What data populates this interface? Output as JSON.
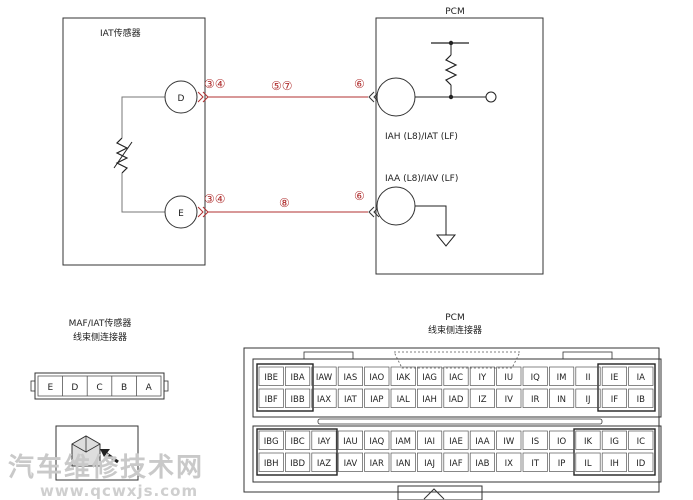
{
  "top_diagram": {
    "iat_sensor_title": "IAT传感器",
    "pcm_title": "PCM",
    "terminal_d": "D",
    "terminal_e": "E",
    "conn_top_left": "③④",
    "conn_top_mid": "⑤⑦",
    "conn_top_right": "⑥",
    "conn_bot_left": "③④",
    "conn_bot_mid": "⑧",
    "conn_bot_right": "⑥",
    "pcm_pin_upper": "IAH (L8)/IAT (LF)",
    "pcm_pin_lower": "IAA (L8)/IAV (LF)"
  },
  "maf_connector": {
    "title_line1": "MAF/IAT传感器",
    "title_line2": "线束侧连接器",
    "pins": [
      "E",
      "D",
      "C",
      "B",
      "A"
    ]
  },
  "pcm_connector": {
    "title_line1": "PCM",
    "title_line2": "线束侧连接器",
    "rows": [
      [
        "IBE",
        "IBA",
        "IAW",
        "IAS",
        "IAO",
        "IAK",
        "IAG",
        "IAC",
        "IY",
        "IU",
        "IQ",
        "IM",
        "II",
        "IE",
        "IA"
      ],
      [
        "IBF",
        "IBB",
        "IAX",
        "IAT",
        "IAP",
        "IAL",
        "IAH",
        "IAD",
        "IZ",
        "IV",
        "IR",
        "IN",
        "IJ",
        "IF",
        "IB"
      ],
      [
        "IBG",
        "IBC",
        "IAY",
        "IAU",
        "IAQ",
        "IAM",
        "IAI",
        "IAE",
        "IAA",
        "IW",
        "IS",
        "IO",
        "IK",
        "IG",
        "IC"
      ],
      [
        "IBH",
        "IBD",
        "IAZ",
        "IAV",
        "IAR",
        "IAN",
        "IAJ",
        "IAF",
        "IAB",
        "IX",
        "IT",
        "IP",
        "IL",
        "IH",
        "ID"
      ]
    ]
  },
  "watermark": {
    "text": "汽车维修技术网",
    "url": "www.qcwxjs.com"
  }
}
